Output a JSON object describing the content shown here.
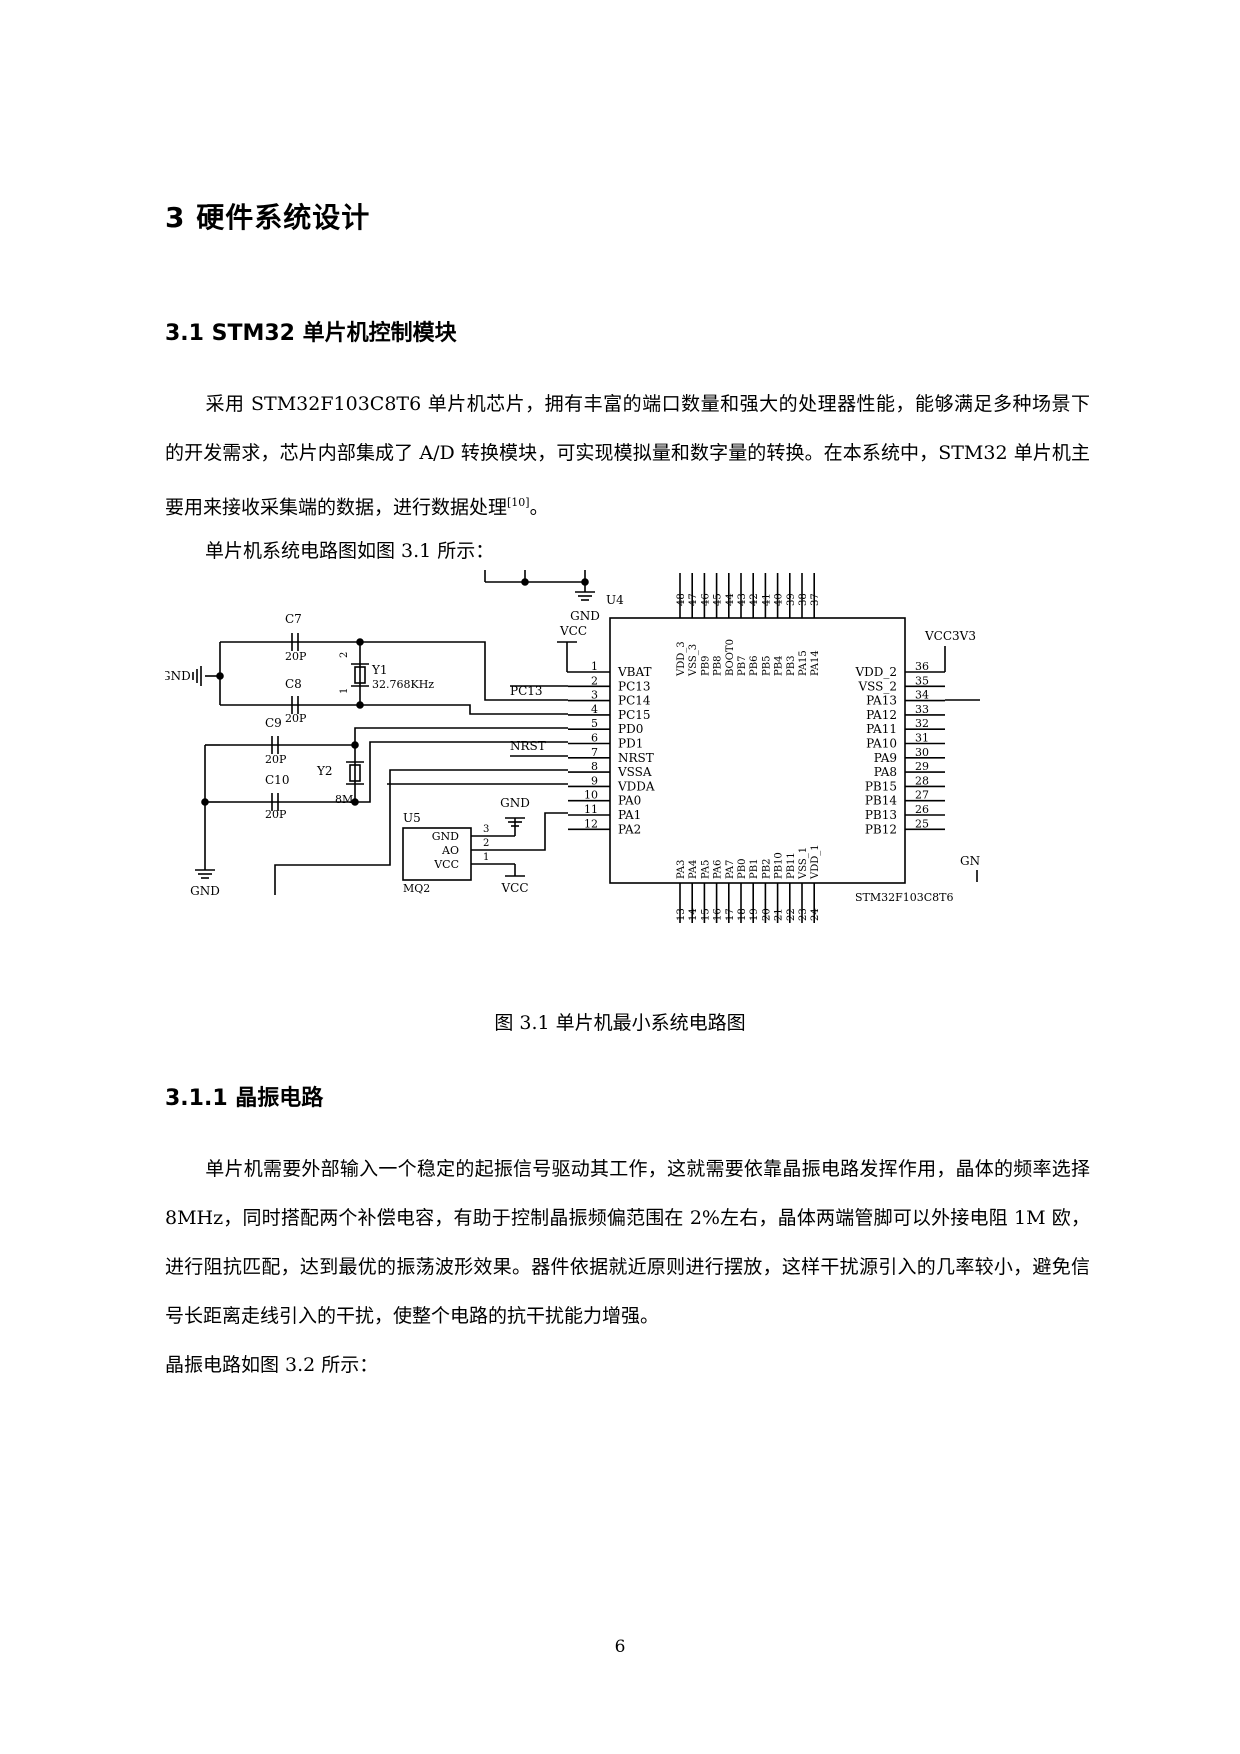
{
  "heading_1": "3 硬件系统设计",
  "heading_2": "3.1 STM32 单片机控制模块",
  "para_1": "采用 STM32F103C8T6 单片机芯片，拥有丰富的端口数量和强大的处理器性能，能够满足多种场景下的开发需求，芯片内部集成了 A/D 转换模块，可实现模拟量和数字量的转换。在本系统中，STM32 单片机主要用来接收采集端的数据，进行数据处理",
  "para_1_ref": "[10]",
  "para_1_end": "。",
  "para_2": "单片机系统电路图如图 3.1 所示：",
  "figure_caption": "图 3.1 单片机最小系统电路图",
  "heading_3": "3.1.1 晶振电路",
  "para_3": "单片机需要外部输入一个稳定的起振信号驱动其工作，这就需要依靠晶振电路发挥作用，晶体的频率选择 8MHz，同时搭配两个补偿电容，有助于控制晶振频偏范围在 2%左右，晶体两端管脚可以外接电阻 1M 欧，进行阻抗匹配，达到最优的振荡波形效果。器件依据就近原则进行摆放，这样干扰源引入的几率较小，避免信号长距离走线引入的干扰，使整个电路的抗干扰能力增强。",
  "para_4": "晶振电路如图 3.2 所示：",
  "page_number": "6",
  "schematic": {
    "chip_ref": "U4",
    "chip_part": "STM32F103C8T6",
    "left_pins": [
      {
        "num": "1",
        "name": "VBAT"
      },
      {
        "num": "2",
        "name": "PC13"
      },
      {
        "num": "3",
        "name": "PC14"
      },
      {
        "num": "4",
        "name": "PC15"
      },
      {
        "num": "5",
        "name": "PD0"
      },
      {
        "num": "6",
        "name": "PD1"
      },
      {
        "num": "7",
        "name": "NRST"
      },
      {
        "num": "8",
        "name": "VSSA"
      },
      {
        "num": "9",
        "name": "VDDA"
      },
      {
        "num": "10",
        "name": "PA0"
      },
      {
        "num": "11",
        "name": "PA1"
      },
      {
        "num": "12",
        "name": "PA2"
      }
    ],
    "right_pins": [
      {
        "num": "36",
        "name": "VDD_2"
      },
      {
        "num": "35",
        "name": "VSS_2"
      },
      {
        "num": "34",
        "name": "PA13"
      },
      {
        "num": "33",
        "name": "PA12"
      },
      {
        "num": "32",
        "name": "PA11"
      },
      {
        "num": "31",
        "name": "PA10"
      },
      {
        "num": "30",
        "name": "PA9"
      },
      {
        "num": "29",
        "name": "PA8"
      },
      {
        "num": "28",
        "name": "PB15"
      },
      {
        "num": "27",
        "name": "PB14"
      },
      {
        "num": "26",
        "name": "PB13"
      },
      {
        "num": "25",
        "name": "PB12"
      }
    ],
    "top_pins": [
      {
        "num": "48",
        "name": "VDD_3"
      },
      {
        "num": "47",
        "name": "VSS_3"
      },
      {
        "num": "46",
        "name": "PB9"
      },
      {
        "num": "45",
        "name": "PB8"
      },
      {
        "num": "44",
        "name": "BOOT0"
      },
      {
        "num": "43",
        "name": "PB7"
      },
      {
        "num": "42",
        "name": "PB6"
      },
      {
        "num": "41",
        "name": "PB5"
      },
      {
        "num": "40",
        "name": "PB4"
      },
      {
        "num": "39",
        "name": "PB3"
      },
      {
        "num": "38",
        "name": "PA15"
      },
      {
        "num": "37",
        "name": "PA14"
      }
    ],
    "bottom_pins": [
      {
        "num": "13",
        "name": "PA3"
      },
      {
        "num": "14",
        "name": "PA4"
      },
      {
        "num": "15",
        "name": "PA5"
      },
      {
        "num": "16",
        "name": "PA6"
      },
      {
        "num": "17",
        "name": "PA7"
      },
      {
        "num": "18",
        "name": "PB0"
      },
      {
        "num": "19",
        "name": "PB1"
      },
      {
        "num": "20",
        "name": "PB2"
      },
      {
        "num": "21",
        "name": "PB10"
      },
      {
        "num": "22",
        "name": "PB11"
      },
      {
        "num": "23",
        "name": "VSS_1"
      },
      {
        "num": "24",
        "name": "VDD_1"
      }
    ],
    "labels": {
      "gnd": "GND",
      "vcc": "VCC",
      "vcc3v3": "VCC3V3",
      "net_pc13": "PC13",
      "net_nrst": "NRST",
      "c7": "C7",
      "c7_val": "20P",
      "c8": "C8",
      "c8_val": "20P",
      "c9": "C9",
      "c9_val": "20P",
      "c10": "C10",
      "c10_val": "20P",
      "y1": "Y1",
      "y1_val": "32.768KHz",
      "y1_pin2": "2",
      "y1_pin1": "1",
      "y2": "Y2",
      "y2_val": "8M",
      "u5": "U5",
      "u5_part": "MQ2",
      "u5_gnd": "GND",
      "u5_ao": "AO",
      "u5_vcc": "VCC",
      "u5_p3": "3",
      "u5_p2": "2",
      "u5_p1": "1",
      "gnd_partial": "GN"
    }
  }
}
